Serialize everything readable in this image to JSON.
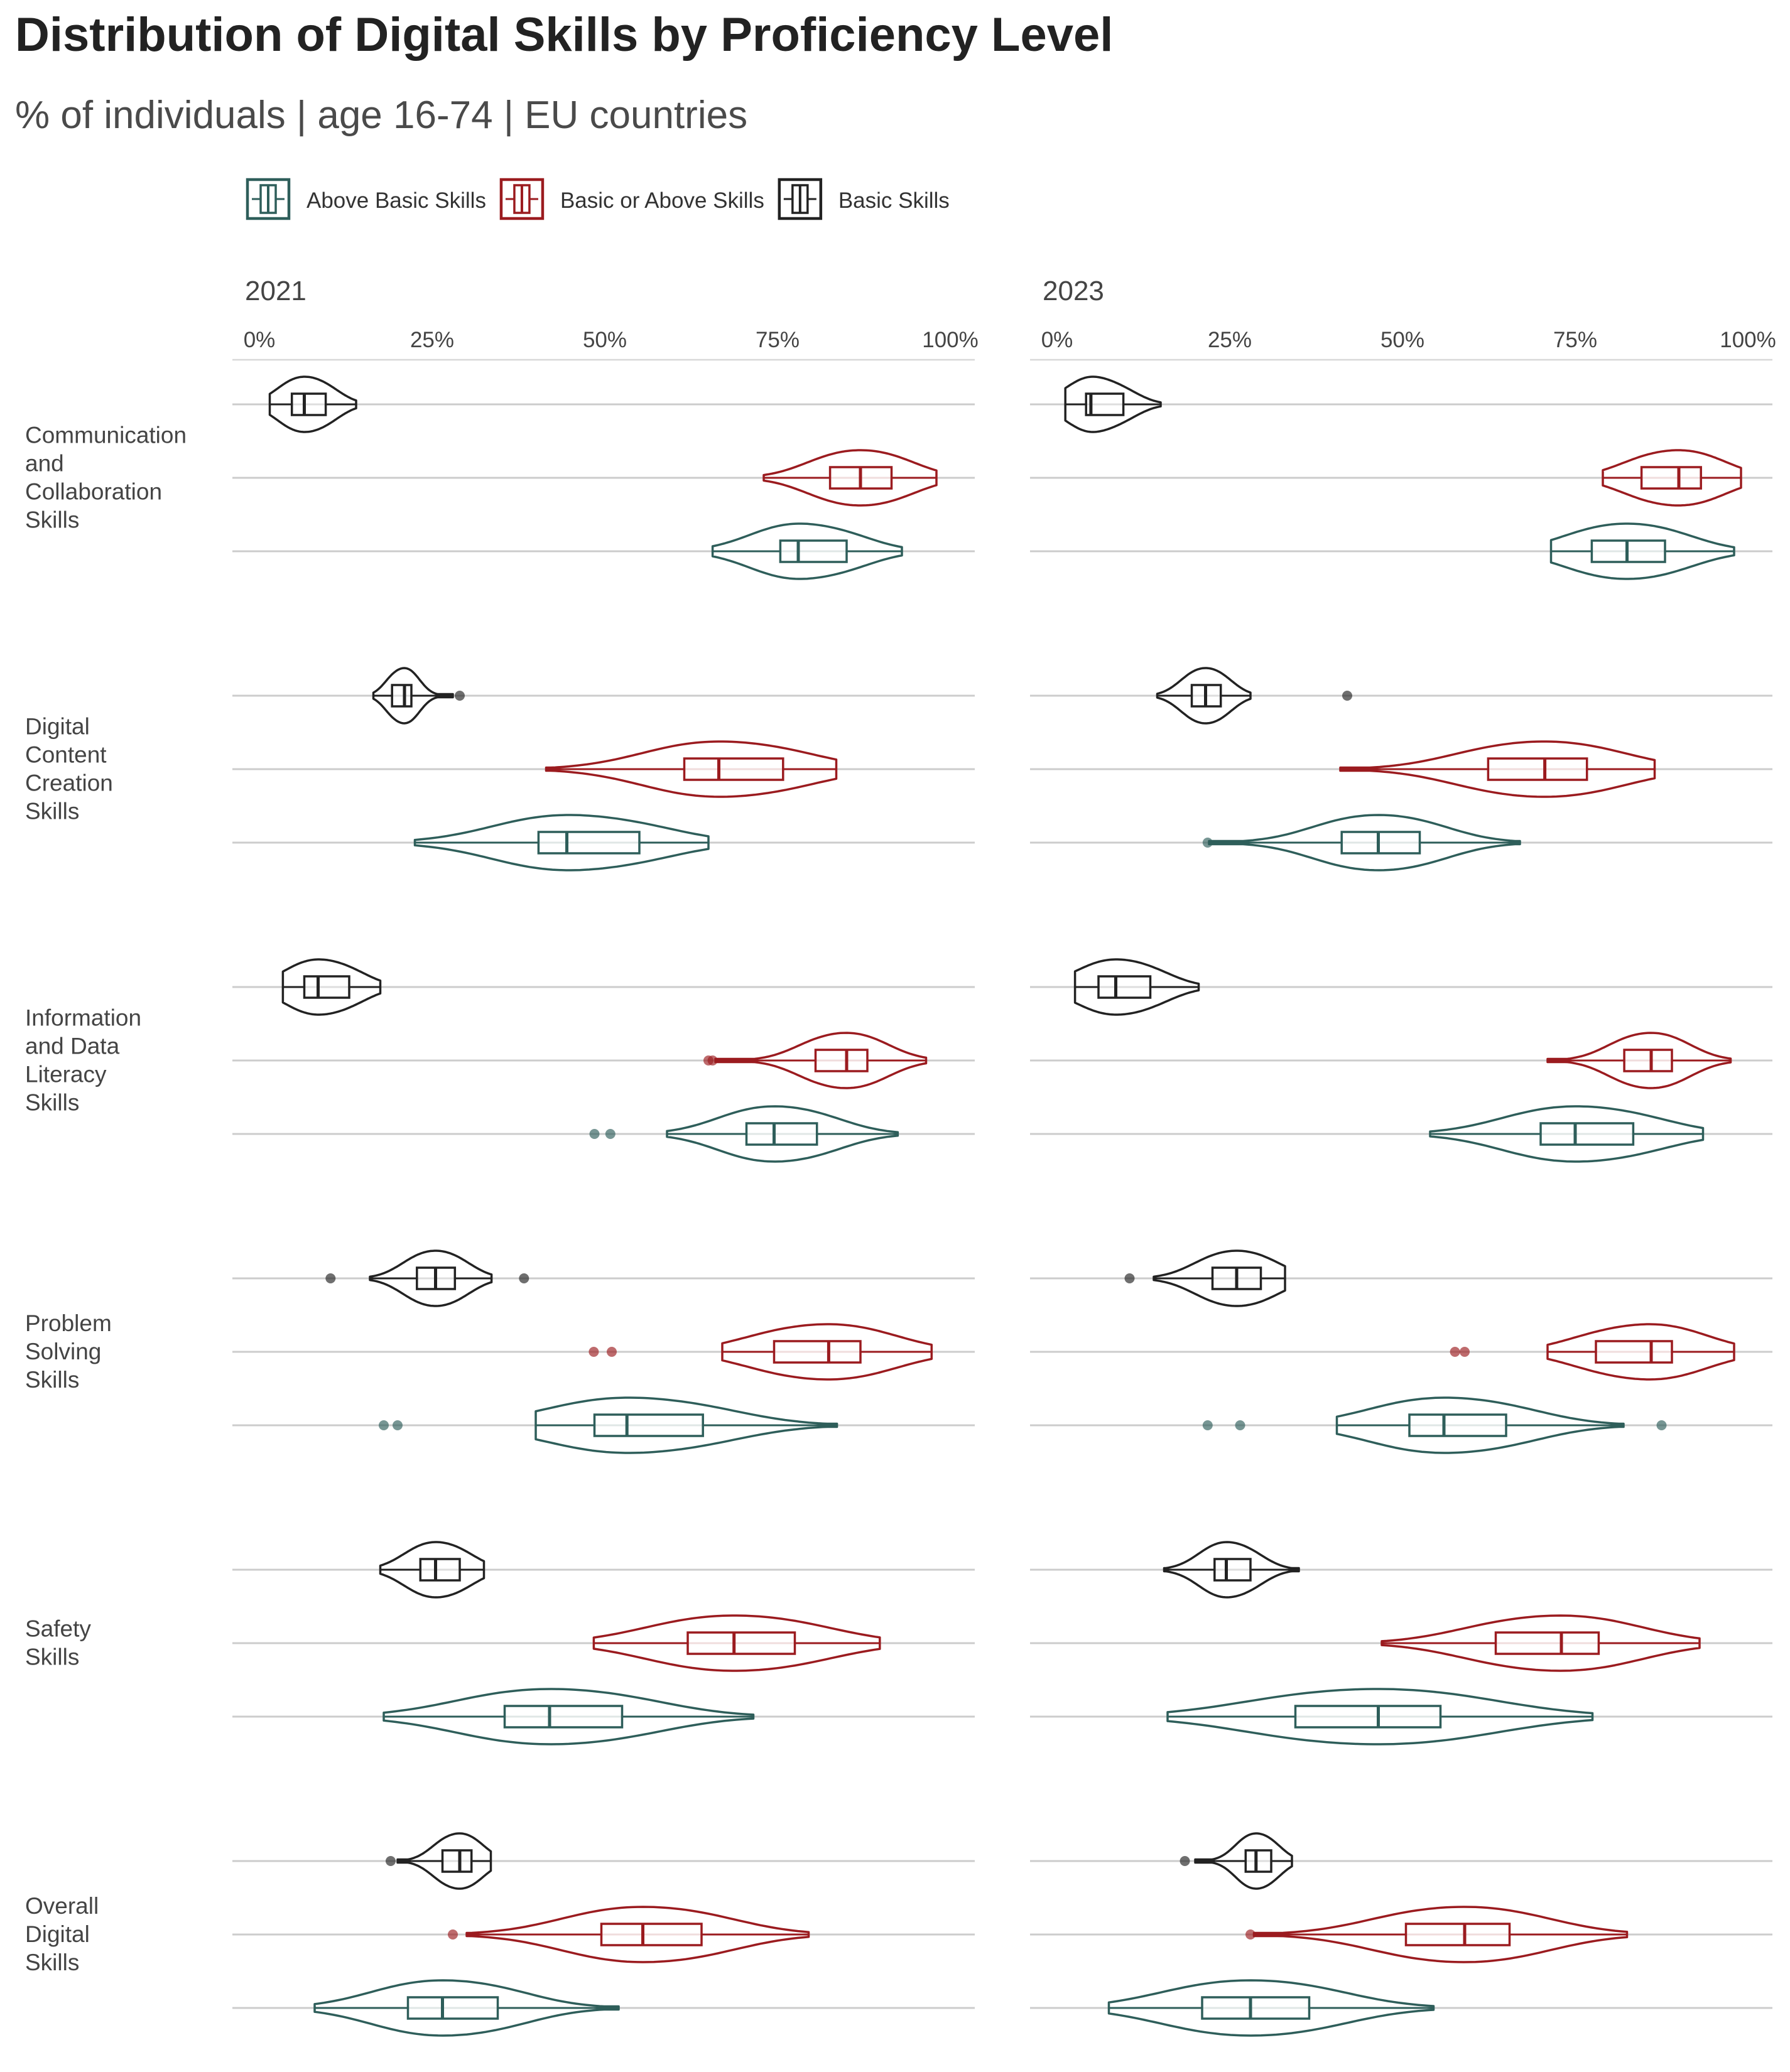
{
  "chart_data": {
    "type": "violin",
    "title": "Distribution of Digital Skills by Proficiency Level",
    "subtitle": "% of individuals | age 16-74 | EU countries",
    "xlabel": "",
    "ylabel": "",
    "xlim": [
      0,
      100
    ],
    "x_ticks": [
      "0%",
      "25%",
      "50%",
      "75%",
      "100%"
    ],
    "facets": [
      "2021",
      "2023"
    ],
    "legend_position": "top-left",
    "legend": [
      {
        "name": "Above Basic Skills",
        "color": "#2e5e5a"
      },
      {
        "name": "Basic or Above Skills",
        "color": "#9b1b1f"
      },
      {
        "name": "Basic Skills",
        "color": "#222222"
      }
    ],
    "grid": "horizontal",
    "categories": [
      {
        "label": "Communication and Collaboration Skills",
        "lines": [
          "Communication",
          "and",
          "Collaboration",
          "Skills"
        ]
      },
      {
        "label": "Digital Content Creation Skills",
        "lines": [
          "Digital",
          "Content",
          "Creation",
          "Skills"
        ]
      },
      {
        "label": "Information and Data Literacy Skills",
        "lines": [
          "Information",
          "and Data",
          "Literacy",
          "Skills"
        ]
      },
      {
        "label": "Problem Solving Skills",
        "lines": [
          "Problem",
          "Solving",
          "Skills"
        ]
      },
      {
        "label": "Safety Skills",
        "lines": [
          "Safety",
          "Skills"
        ]
      },
      {
        "label": "Overall Digital Skills",
        "lines": [
          "Overall",
          "Digital",
          "Skills"
        ]
      }
    ],
    "series": [
      {
        "facet": "2021",
        "data": [
          [
            {
              "level": "Basic Skills",
              "min": 1.5,
              "q1": 4.7,
              "median": 6.5,
              "q3": 9.6,
              "max": 14,
              "outliers": []
            },
            {
              "level": "Basic or Above Skills",
              "min": 73,
              "q1": 82.6,
              "median": 87,
              "q3": 91.5,
              "max": 98,
              "outliers": []
            },
            {
              "level": "Above Basic Skills",
              "min": 65.6,
              "q1": 75.4,
              "median": 78,
              "q3": 85,
              "max": 93,
              "outliers": []
            }
          ],
          [
            {
              "level": "Basic Skills",
              "min": 16.5,
              "q1": 19.2,
              "median": 21,
              "q3": 22,
              "max": 28,
              "outliers": [
                29
              ]
            },
            {
              "level": "Basic or Above Skills",
              "min": 41.5,
              "q1": 61.5,
              "median": 66.5,
              "q3": 75.8,
              "max": 83.5,
              "outliers": []
            },
            {
              "level": "Above Basic Skills",
              "min": 22.5,
              "q1": 40.4,
              "median": 44.5,
              "q3": 55,
              "max": 65,
              "outliers": []
            }
          ],
          [
            {
              "level": "Basic Skills",
              "min": 3.4,
              "q1": 6.5,
              "median": 8.5,
              "q3": 13,
              "max": 17.5,
              "outliers": []
            },
            {
              "level": "Basic or Above Skills",
              "min": 66,
              "q1": 80.5,
              "median": 85,
              "q3": 88,
              "max": 96.5,
              "outliers": [
                65,
                65.6
              ]
            },
            {
              "level": "Above Basic Skills",
              "min": 59,
              "q1": 70.5,
              "median": 74.5,
              "q3": 80.7,
              "max": 92.4,
              "outliers": [
                48.5,
                50.8
              ]
            }
          ],
          [
            {
              "level": "Basic Skills",
              "min": 16,
              "q1": 22.8,
              "median": 25.5,
              "q3": 28.3,
              "max": 33.6,
              "outliers": [
                10.3,
                38.3
              ]
            },
            {
              "level": "Basic or Above Skills",
              "min": 67,
              "q1": 74.5,
              "median": 82.4,
              "q3": 87,
              "max": 97.3,
              "outliers": [
                48.4,
                51
              ]
            },
            {
              "level": "Above Basic Skills",
              "min": 40,
              "q1": 48.5,
              "median": 53.2,
              "q3": 64.2,
              "max": 83.6,
              "outliers": [
                18,
                20
              ]
            }
          ],
          [
            {
              "level": "Basic Skills",
              "min": 17.5,
              "q1": 23.3,
              "median": 25.5,
              "q3": 29,
              "max": 32.5,
              "outliers": []
            },
            {
              "level": "Basic or Above Skills",
              "min": 48.4,
              "q1": 62,
              "median": 68.7,
              "q3": 77.5,
              "max": 89.8,
              "outliers": []
            },
            {
              "level": "Above Basic Skills",
              "min": 18,
              "q1": 35.5,
              "median": 42,
              "q3": 52.5,
              "max": 71.5,
              "outliers": []
            }
          ],
          [
            {
              "level": "Basic Skills",
              "min": 20,
              "q1": 26.5,
              "median": 29,
              "q3": 30.7,
              "max": 33.5,
              "outliers": [
                19
              ]
            },
            {
              "level": "Basic or Above Skills",
              "min": 30,
              "q1": 49.5,
              "median": 55.5,
              "q3": 64,
              "max": 79.5,
              "outliers": [
                28
              ]
            },
            {
              "level": "Above Basic Skills",
              "min": 8,
              "q1": 21.5,
              "median": 26.5,
              "q3": 34.5,
              "max": 52,
              "outliers": []
            }
          ]
        ]
      },
      {
        "facet": "2023",
        "data": [
          [
            {
              "level": "Basic Skills",
              "min": 1.2,
              "q1": 4.2,
              "median": 4.9,
              "q3": 9.6,
              "max": 15,
              "outliers": []
            },
            {
              "level": "Basic or Above Skills",
              "min": 79,
              "q1": 84.6,
              "median": 90,
              "q3": 93.2,
              "max": 99,
              "outliers": []
            },
            {
              "level": "Above Basic Skills",
              "min": 71.5,
              "q1": 77.4,
              "median": 82.5,
              "q3": 88,
              "max": 98,
              "outliers": []
            }
          ],
          [
            {
              "level": "Basic Skills",
              "min": 14.5,
              "q1": 19.5,
              "median": 21.5,
              "q3": 23.7,
              "max": 28,
              "outliers": [
                42
              ]
            },
            {
              "level": "Basic or Above Skills",
              "min": 41,
              "q1": 62.4,
              "median": 70.6,
              "q3": 76.7,
              "max": 86.5,
              "outliers": []
            },
            {
              "level": "Above Basic Skills",
              "min": 22,
              "q1": 41.2,
              "median": 46.5,
              "q3": 52.5,
              "max": 67,
              "outliers": [
                21.8
              ]
            }
          ],
          [
            {
              "level": "Basic Skills",
              "min": 2.6,
              "q1": 6,
              "median": 8.5,
              "q3": 13.5,
              "max": 20.5,
              "outliers": []
            },
            {
              "level": "Basic or Above Skills",
              "min": 71,
              "q1": 82.1,
              "median": 86,
              "q3": 89,
              "max": 97.5,
              "outliers": []
            },
            {
              "level": "Above Basic Skills",
              "min": 54,
              "q1": 70,
              "median": 75,
              "q3": 83.4,
              "max": 93.5,
              "outliers": []
            }
          ],
          [
            {
              "level": "Basic Skills",
              "min": 14,
              "q1": 22.5,
              "median": 26,
              "q3": 29.5,
              "max": 33,
              "outliers": [
                10.5
              ]
            },
            {
              "level": "Basic or Above Skills",
              "min": 71,
              "q1": 78,
              "median": 86,
              "q3": 89,
              "max": 98,
              "outliers": [
                57.6,
                59
              ]
            },
            {
              "level": "Above Basic Skills",
              "min": 40.5,
              "q1": 51,
              "median": 56,
              "q3": 65,
              "max": 82,
              "outliers": [
                21.8,
                26.5,
                87.5
              ]
            }
          ],
          [
            {
              "level": "Basic Skills",
              "min": 15.5,
              "q1": 22.8,
              "median": 24.5,
              "q3": 28,
              "max": 35,
              "outliers": []
            },
            {
              "level": "Basic or Above Skills",
              "min": 47,
              "q1": 63.5,
              "median": 73,
              "q3": 78.4,
              "max": 93,
              "outliers": []
            },
            {
              "level": "Above Basic Skills",
              "min": 16,
              "q1": 34.5,
              "median": 46.5,
              "q3": 55.5,
              "max": 77.5,
              "outliers": []
            }
          ],
          [
            {
              "level": "Basic Skills",
              "min": 20,
              "q1": 27.3,
              "median": 28.8,
              "q3": 31,
              "max": 34,
              "outliers": [
                18.5
              ]
            },
            {
              "level": "Basic or Above Skills",
              "min": 28.5,
              "q1": 50.5,
              "median": 59,
              "q3": 65.5,
              "max": 82.5,
              "outliers": [
                28
              ]
            },
            {
              "level": "Above Basic Skills",
              "min": 7.5,
              "q1": 21,
              "median": 28,
              "q3": 36.5,
              "max": 54.5,
              "outliers": []
            }
          ]
        ]
      }
    ]
  }
}
